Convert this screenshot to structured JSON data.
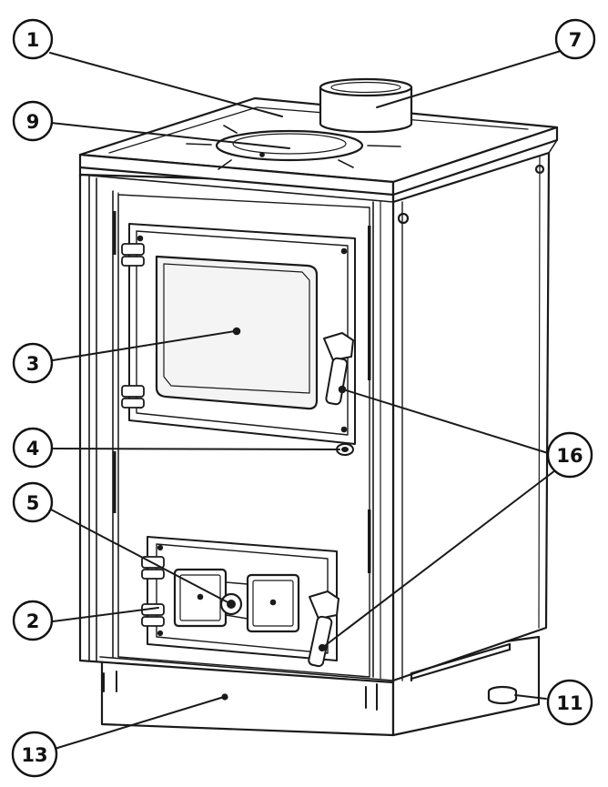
{
  "diagram": {
    "subject": "stove",
    "callouts": [
      {
        "id": "c1",
        "label": "1"
      },
      {
        "id": "c7",
        "label": "7"
      },
      {
        "id": "c9",
        "label": "9"
      },
      {
        "id": "c3",
        "label": "3"
      },
      {
        "id": "c4",
        "label": "4"
      },
      {
        "id": "c16",
        "label": "16"
      },
      {
        "id": "c5",
        "label": "5"
      },
      {
        "id": "c2",
        "label": "2"
      },
      {
        "id": "c11",
        "label": "11"
      },
      {
        "id": "c13",
        "label": "13"
      }
    ]
  },
  "colors": {
    "line": "#1a1a1a",
    "fill": "#ffffff",
    "glass": "#f4f4f4"
  }
}
